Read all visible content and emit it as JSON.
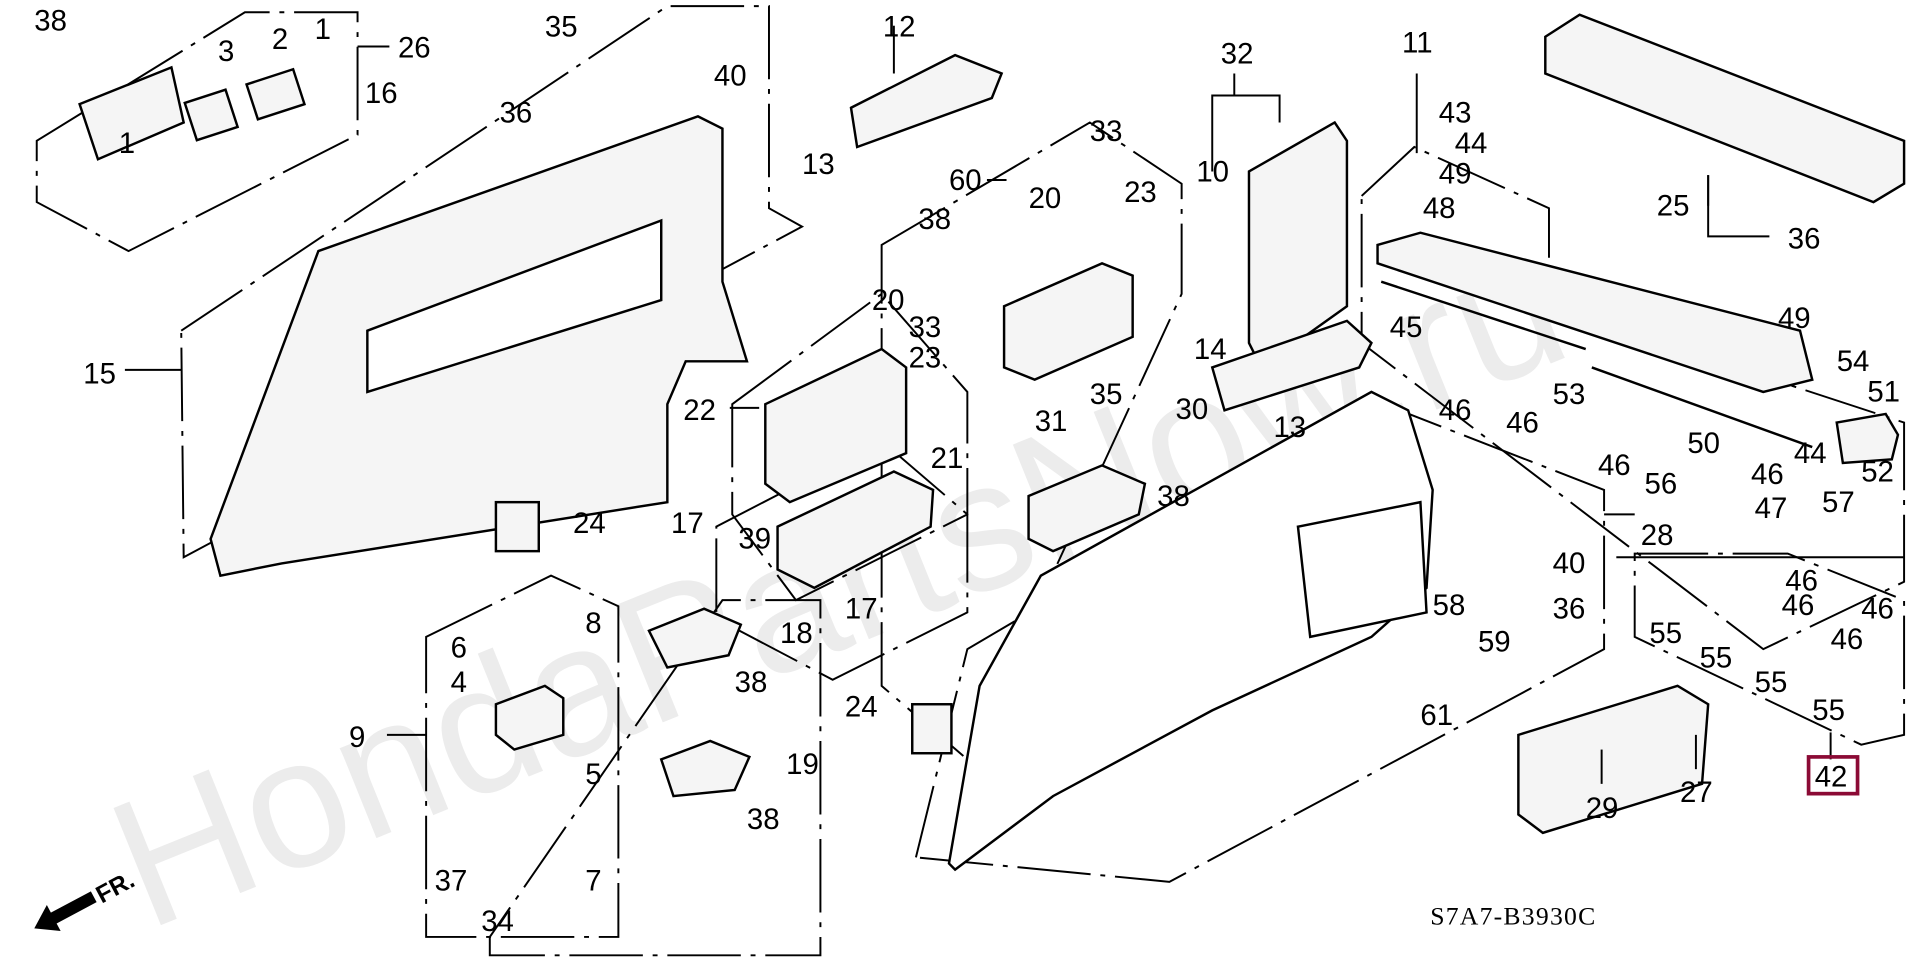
{
  "diagram": {
    "title_code": "S7A7-B3930C",
    "watermark": "HondaPartsNow.ru",
    "direction_indicator": "FR.",
    "highlighted_part": "42",
    "highlight_color": "#8b0a35",
    "labels": {
      "p38a": "38",
      "p26": "26",
      "p3": "3",
      "p2": "2",
      "p1a": "1",
      "p1b": "1",
      "p35a": "35",
      "p16": "16",
      "p40a": "40",
      "p36a": "36",
      "p12": "12",
      "p13a": "13",
      "p60": "60",
      "p20a": "20",
      "p33a": "33",
      "p23a": "23",
      "p38b": "38",
      "p32": "32",
      "p10": "10",
      "p11": "11",
      "p43": "43",
      "p44a": "44",
      "p49a": "49",
      "p48": "48",
      "p25": "25",
      "p36b": "36",
      "p45": "45",
      "p15": "15",
      "p22": "22",
      "p20b": "20",
      "p33b": "33",
      "p23b": "23",
      "p21": "21",
      "p14": "14",
      "p35b": "35",
      "p30": "30",
      "p13b": "13",
      "p31": "31",
      "p38c": "38",
      "p24a": "24",
      "p17a": "17",
      "p39": "39",
      "p46a": "46",
      "p46b": "46",
      "p53": "53",
      "p46c": "46",
      "p50": "50",
      "p56": "56",
      "p46d": "46",
      "p47": "47",
      "p49b": "49",
      "p54": "54",
      "p51": "51",
      "p44b": "44",
      "p52": "52",
      "p57": "57",
      "p28": "28",
      "p40b": "40",
      "p36c": "36",
      "p58": "58",
      "p59": "59",
      "p61": "61",
      "p46e": "46",
      "p46f": "46",
      "p46g": "46",
      "p46h": "46",
      "p55a": "55",
      "p55b": "55",
      "p55c": "55",
      "p55d": "55",
      "p42": "42",
      "p29": "29",
      "p27": "27",
      "p8": "8",
      "p6": "6",
      "p4": "4",
      "p9": "9",
      "p5": "5",
      "p37": "37",
      "p7": "7",
      "p34": "34",
      "p18": "18",
      "p38d": "38",
      "p17b": "17",
      "p24b": "24",
      "p19": "19",
      "p38e": "38"
    }
  }
}
